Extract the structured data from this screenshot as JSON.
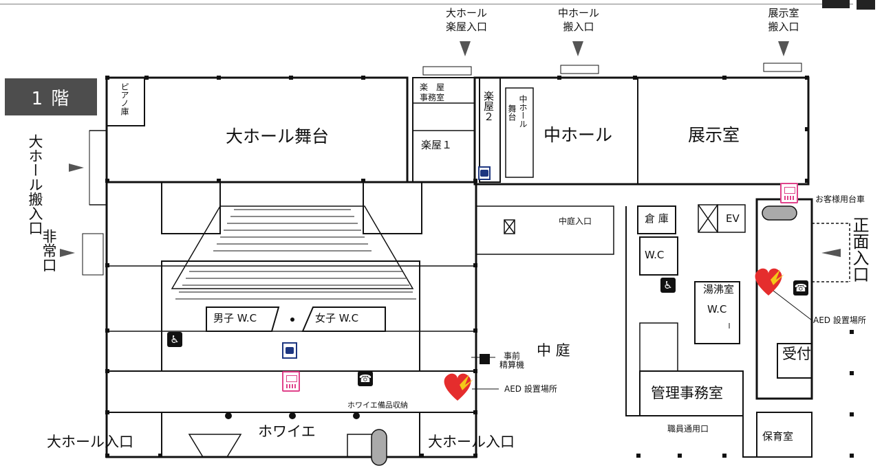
{
  "floor_badge": "1 階",
  "entrances": {
    "large_hall_backstage": "大ホール\n楽屋入口",
    "middle_hall_loading": "中ホール\n搬入口",
    "exhibition_loading": "展示室\n搬入口",
    "large_hall_loading": "大ホール搬入口",
    "emergency_exit": "非常口",
    "main_entrance": "正面入口",
    "courtyard_entrance": "中庭入口",
    "large_hall_entrance_left": "大ホール入口",
    "large_hall_entrance_right": "大ホール入口",
    "staff_entrance": "職員通用口"
  },
  "rooms": {
    "piano_storage": "ピアノ庫",
    "large_hall_stage": "大ホール舞台",
    "green_room_office": "楽　屋\n事務室",
    "green_room_1": "楽屋１",
    "green_room_2": "楽屋２",
    "middle_hall_stage": "舞台",
    "middle_hall_stage_sub": "中ホール",
    "middle_hall": "中ホール",
    "exhibition_room": "展示室",
    "storage": "倉 庫",
    "elevator": "EV",
    "wc_staff": "W.C",
    "kitchenette": "湯沸室",
    "wc_office": "W.C",
    "mens_wc": "男子 W.C",
    "womens_wc": "女子 W.C",
    "courtyard": "中 庭",
    "reception": "受付",
    "admin_office": "管理事務室",
    "foyer": "ホワイエ",
    "nursery": "保育室",
    "foyer_storage": "ホワイエ備品収納"
  },
  "facilities": {
    "customer_cart": "お客様用台車",
    "aed_right": "AED 設置場所",
    "aed_left": "AED 設置場所",
    "prepay_machine": "事前\n精算機"
  },
  "icons": [
    "wheelchair-icon",
    "phone-icon",
    "locker-icon",
    "vending-machine-icon",
    "aed-heart-icon",
    "arrow-down-icon",
    "arrow-right-icon",
    "arrow-left-icon"
  ],
  "colors": {
    "aed_heart": "#e52d2d",
    "aed_bolt": "#f3c818",
    "vending": "#e0418a",
    "locker": "#1d3680",
    "badge": "#4d4d4d"
  }
}
